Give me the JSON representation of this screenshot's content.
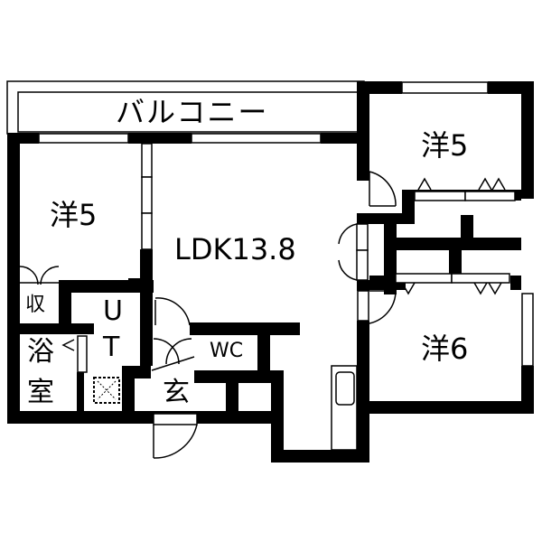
{
  "floor_plan": {
    "rooms": {
      "balcony": {
        "label": "バルコニー"
      },
      "western_room_left": {
        "label": "洋5"
      },
      "western_room_top_right": {
        "label": "洋5"
      },
      "western_room_bottom_right": {
        "label": "洋6"
      },
      "ldk": {
        "label": "LDK13.8"
      },
      "storage": {
        "label": "収"
      },
      "utility_u": {
        "label": "U"
      },
      "utility_t": {
        "label": "T"
      },
      "bathroom_line1": {
        "label": "浴"
      },
      "bathroom_line2": {
        "label": "室"
      },
      "toilet": {
        "label": "WC"
      },
      "entrance": {
        "label": "玄"
      }
    },
    "colors": {
      "wall": "#000000",
      "background": "#ffffff"
    }
  }
}
